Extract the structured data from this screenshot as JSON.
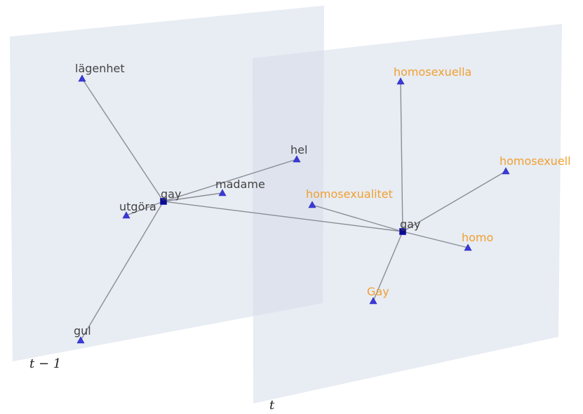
{
  "colors": {
    "plane_fill": "#d6dcea",
    "edge": "#8a8d96",
    "triangle": "#3a3ad8",
    "square": "#0b0b8f",
    "text_dark": "#444444",
    "text_highlight": "#f0a030"
  },
  "planes": {
    "previous": {
      "label": "t − 1"
    },
    "current": {
      "label": "t"
    }
  },
  "nodes": {
    "gay_prev": {
      "label": "gay",
      "shape": "square",
      "highlight": false
    },
    "lagenhet": {
      "label": "lägenhet",
      "shape": "triangle",
      "highlight": false
    },
    "hel": {
      "label": "hel",
      "shape": "triangle",
      "highlight": false
    },
    "madame": {
      "label": "madame",
      "shape": "triangle",
      "highlight": false
    },
    "utgora": {
      "label": "utgöra",
      "shape": "triangle",
      "highlight": false
    },
    "gul": {
      "label": "gul",
      "shape": "triangle",
      "highlight": false
    },
    "gay_curr": {
      "label": "gay",
      "shape": "square",
      "highlight": false
    },
    "homosexuella": {
      "label": "homosexuella",
      "shape": "triangle",
      "highlight": true
    },
    "homosexuell": {
      "label": "homosexuell",
      "shape": "triangle",
      "highlight": true
    },
    "homosexualitet": {
      "label": "homosexualitet",
      "shape": "triangle",
      "highlight": true
    },
    "homo": {
      "label": "homo",
      "shape": "triangle",
      "highlight": true
    },
    "Gay": {
      "label": "Gay",
      "shape": "triangle",
      "highlight": true
    }
  },
  "edges": [
    [
      "gay_prev",
      "lagenhet"
    ],
    [
      "gay_prev",
      "hel"
    ],
    [
      "gay_prev",
      "madame"
    ],
    [
      "gay_prev",
      "utgora"
    ],
    [
      "gay_prev",
      "gul"
    ],
    [
      "gay_prev",
      "gay_curr"
    ],
    [
      "gay_curr",
      "homosexuella"
    ],
    [
      "gay_curr",
      "homosexuell"
    ],
    [
      "gay_curr",
      "homosexualitet"
    ],
    [
      "gay_curr",
      "homo"
    ],
    [
      "gay_curr",
      "Gay"
    ]
  ]
}
